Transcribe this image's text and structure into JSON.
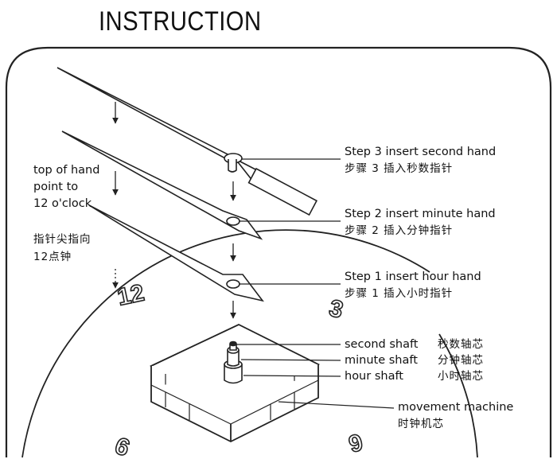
{
  "title": "INSTRUCTION",
  "steps": [
    {
      "en": "Step 3   insert second hand",
      "cn": "步骤 3   插入秒数指针"
    },
    {
      "en": "Step 2   insert minute hand",
      "cn": "步骤 2   插入分钟指针"
    },
    {
      "en": "Step 1   insert hour hand",
      "cn": "步骤 1   插入小时指针"
    }
  ],
  "shafts": [
    {
      "en": "second shaft",
      "cn": "秒数轴芯"
    },
    {
      "en": "minute shaft",
      "cn": "分钟轴芯"
    },
    {
      "en": "hour shaft",
      "cn": "小时轴芯"
    }
  ],
  "movement": {
    "en": "movement  machine",
    "cn": "时钟机芯"
  },
  "note": {
    "en_lines": [
      "top of hand",
      "point to",
      "12 o'clock"
    ],
    "cn_lines": [
      "指针尖指向",
      "12点钟"
    ]
  },
  "dial_numbers": [
    "12",
    "3",
    "6",
    "9"
  ],
  "colors": {
    "line": "#222222",
    "paper": "#ffffff"
  }
}
